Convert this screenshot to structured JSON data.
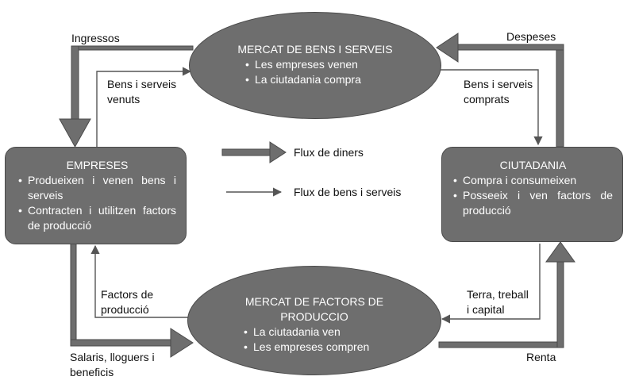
{
  "nodes": {
    "market_goods": {
      "title": "MERCAT DE BENS I SERVEIS",
      "items": [
        "Les empreses venen",
        "La ciutadania compra"
      ]
    },
    "market_factors": {
      "title_line1": "MERCAT DE FACTORS DE",
      "title_line2": "PRODUCCIO",
      "items": [
        "La ciutadania ven",
        "Les empreses compren"
      ]
    },
    "firms": {
      "title": "EMPRESES",
      "items": [
        "Produeixen i venen bens i serveis",
        "Contracten i utilitzen factors de producció"
      ]
    },
    "households": {
      "title": "CIUTADANIA",
      "items": [
        "Compra i consumeixen",
        "Posseeix i ven factors de producció"
      ]
    }
  },
  "labels": {
    "income": "Ingressos",
    "goods_sold_line1": "Bens i serveis",
    "goods_sold_line2": "venuts",
    "spending": "Despeses",
    "goods_bought_line1": "Bens i serveis",
    "goods_bought_line2": "comprats",
    "factors_line1": "Factors de",
    "factors_line2": "producció",
    "wages_line1": "Salaris, lloguers i",
    "wages_line2": "beneficis",
    "land_line1": "Terra, treball",
    "land_line2": "i capital",
    "rent": "Renta"
  },
  "legend": {
    "money": "Flux de diners",
    "goods": "Flux de bens i serveis"
  },
  "colors": {
    "node_fill": "#6e6e6e",
    "node_border": "#4a4a4a",
    "thick_arrow_fill": "#6e6e6e",
    "thin_line": "#555555"
  }
}
